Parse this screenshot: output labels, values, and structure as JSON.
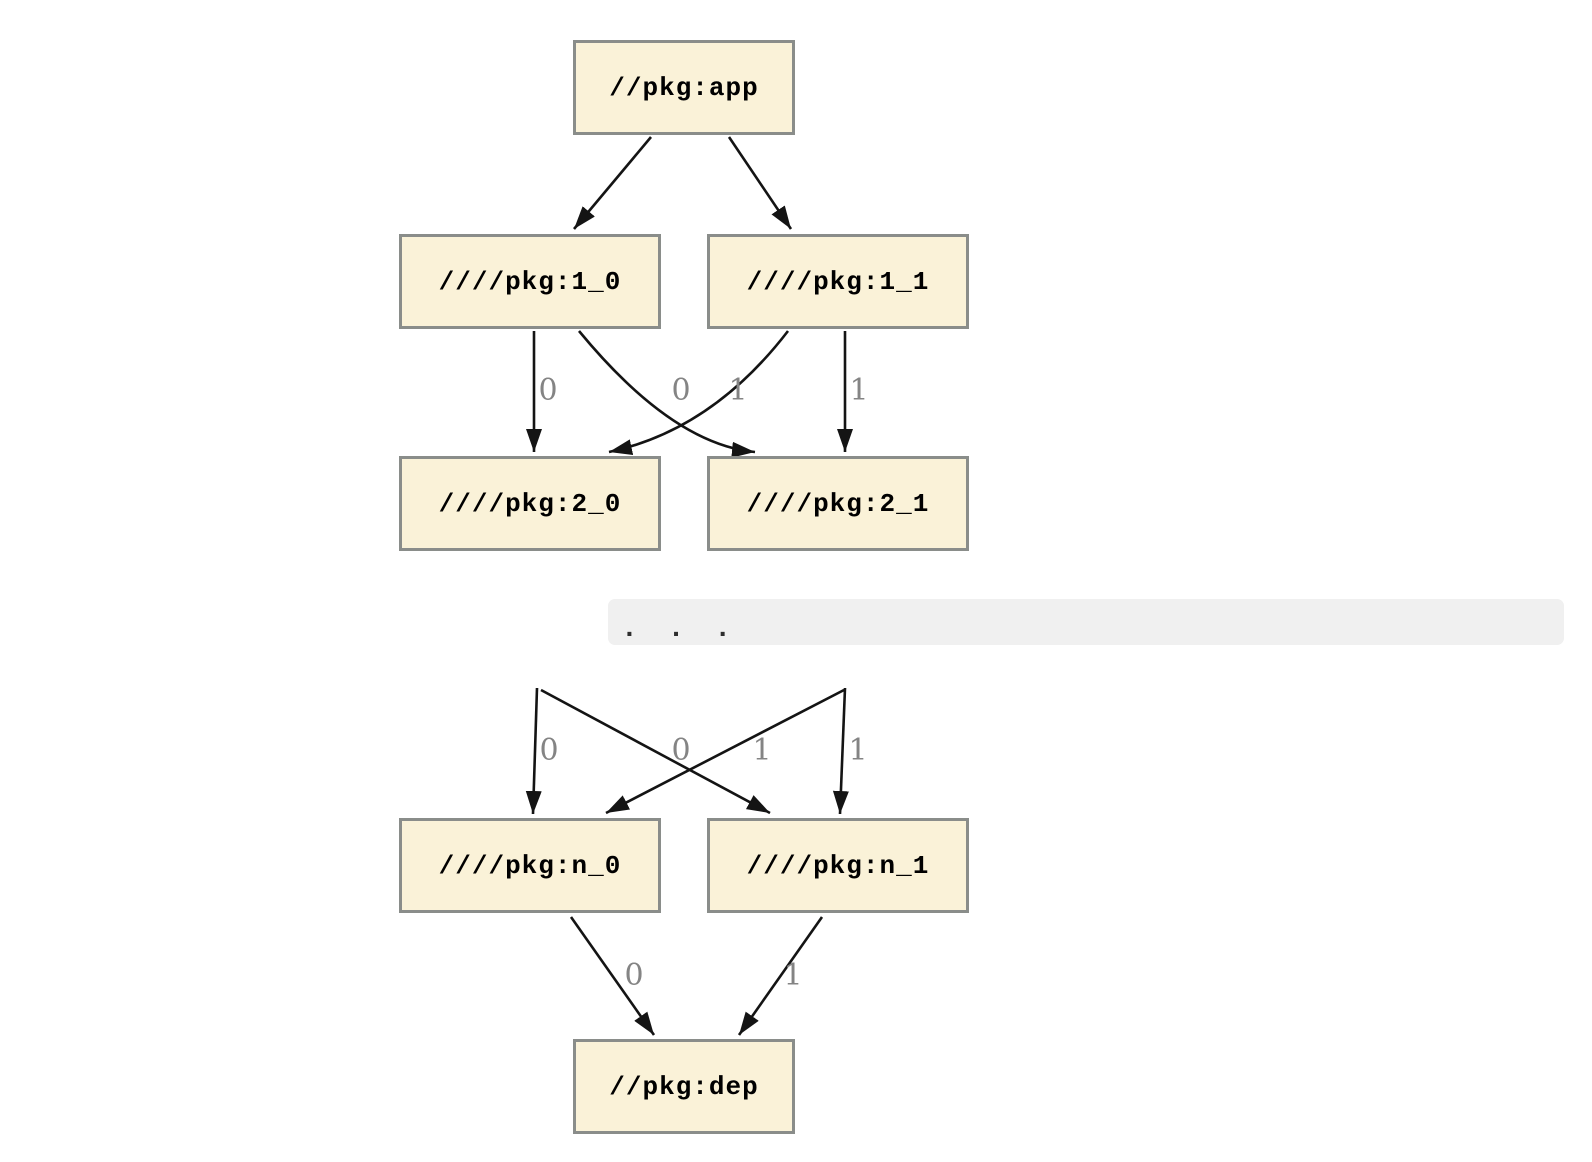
{
  "colors": {
    "node_fill": "#faf2d8",
    "node_border": "#8a8d8a",
    "node_text": "#000000",
    "edge": "#141414",
    "edge_label": "#848484",
    "bar_bg": "#f0f0f0",
    "ellipsis_text": "#2e2e2e"
  },
  "nodes": {
    "app": {
      "label": "//pkg:app"
    },
    "l1_0": {
      "label": "////pkg:1_0"
    },
    "l1_1": {
      "label": "////pkg:1_1"
    },
    "l2_0": {
      "label": "////pkg:2_0"
    },
    "l2_1": {
      "label": "////pkg:2_1"
    },
    "ln_0": {
      "label": "////pkg:n_0"
    },
    "ln_1": {
      "label": "////pkg:n_1"
    },
    "dep": {
      "label": "//pkg:dep"
    }
  },
  "edge_labels": {
    "row1": [
      "0",
      "0",
      "1",
      "1"
    ],
    "row2": [
      "0",
      "0",
      "1",
      "1"
    ],
    "row3": [
      "0",
      "1"
    ]
  },
  "ellipsis": {
    "text": ". . ."
  }
}
